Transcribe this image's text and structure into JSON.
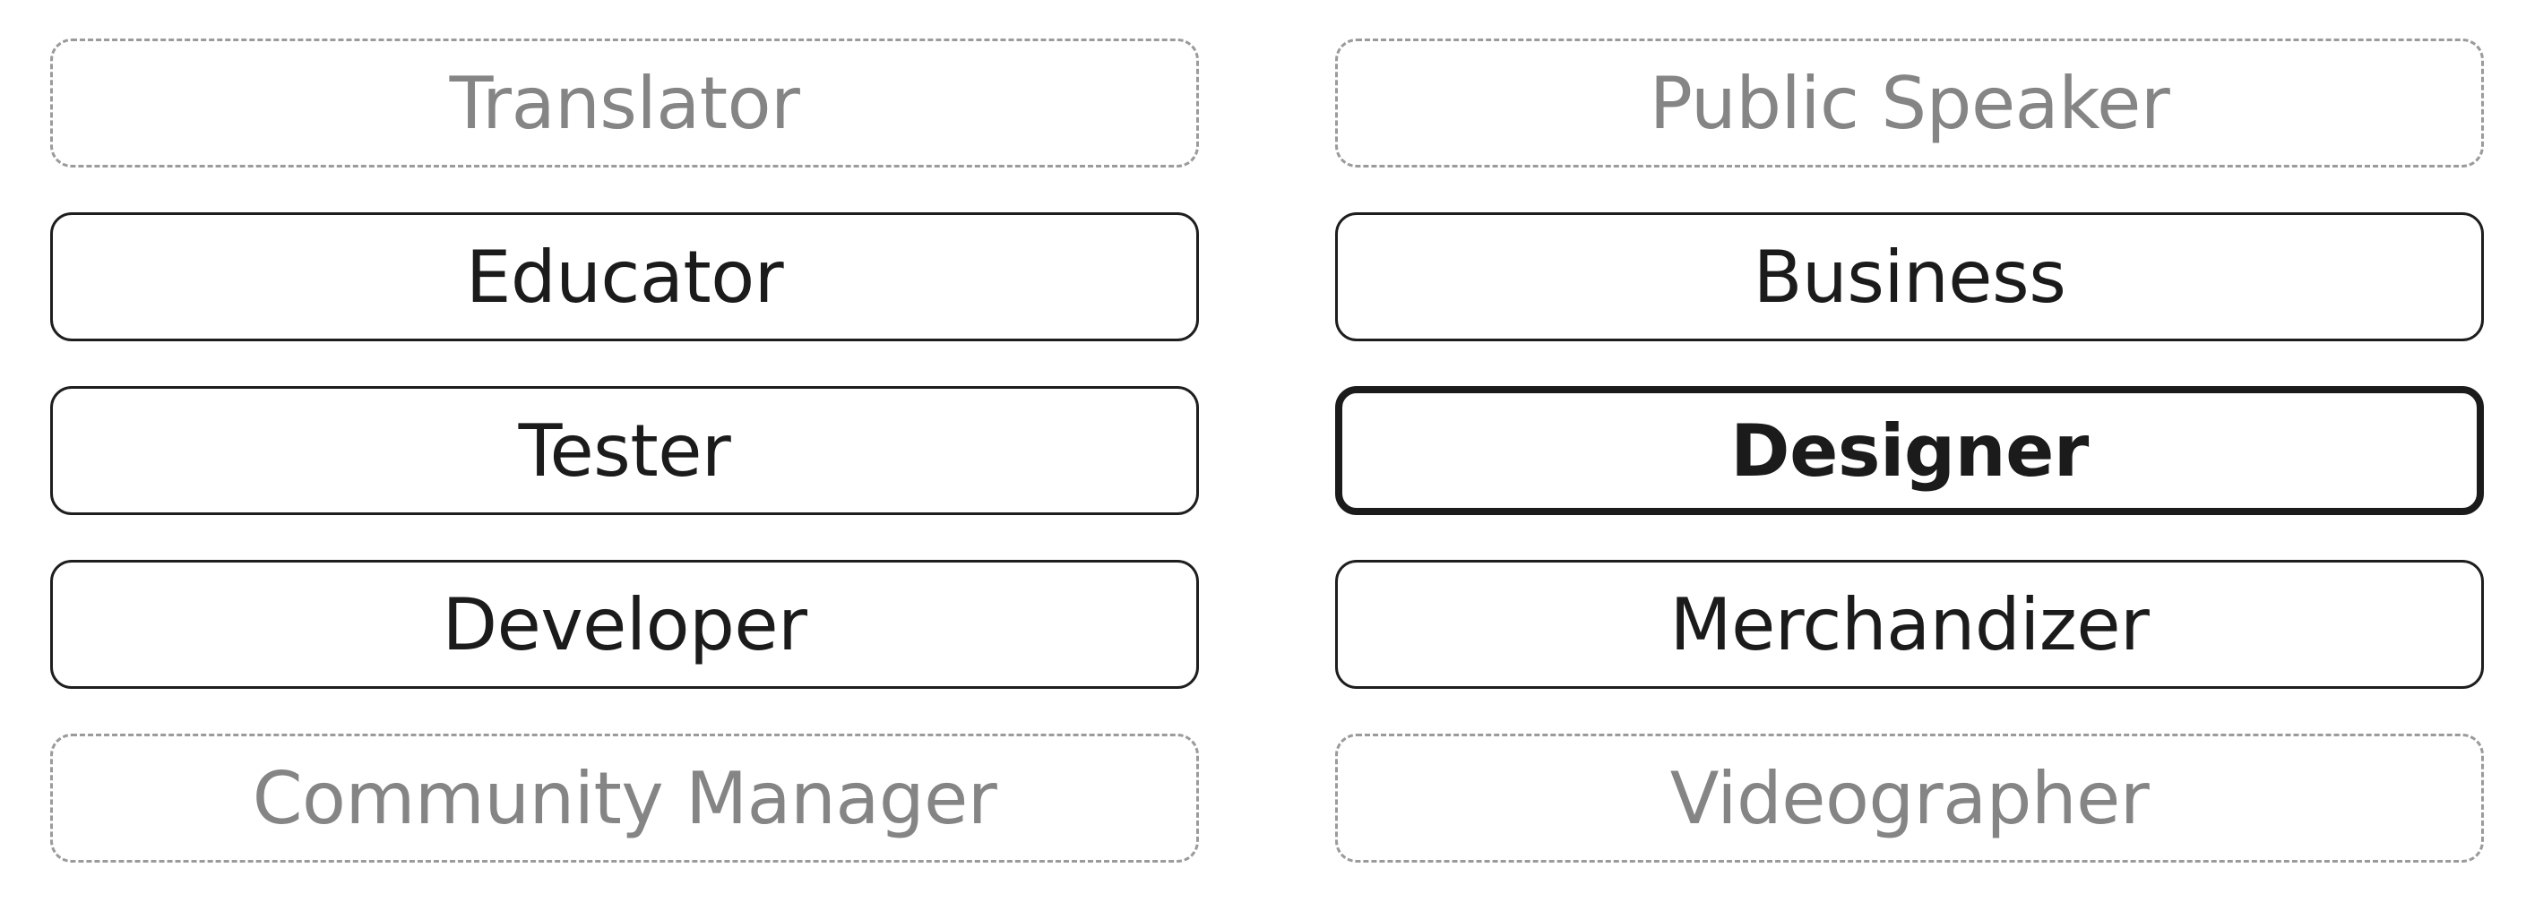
{
  "roles": [
    {
      "label": "Translator",
      "state": "unavailable"
    },
    {
      "label": "Public Speaker",
      "state": "unavailable"
    },
    {
      "label": "Educator",
      "state": "available"
    },
    {
      "label": "Business",
      "state": "available"
    },
    {
      "label": "Tester",
      "state": "available"
    },
    {
      "label": "Designer",
      "state": "selected"
    },
    {
      "label": "Developer",
      "state": "available"
    },
    {
      "label": "Merchandizer",
      "state": "available"
    },
    {
      "label": "Community Manager",
      "state": "unavailable"
    },
    {
      "label": "Videographer",
      "state": "unavailable"
    }
  ],
  "colors": {
    "available_border": "#1e1e1e",
    "unavailable_border": "#9b9b9b",
    "unavailable_text": "#858585",
    "text": "#1b1b1b",
    "background": "#ffffff"
  }
}
